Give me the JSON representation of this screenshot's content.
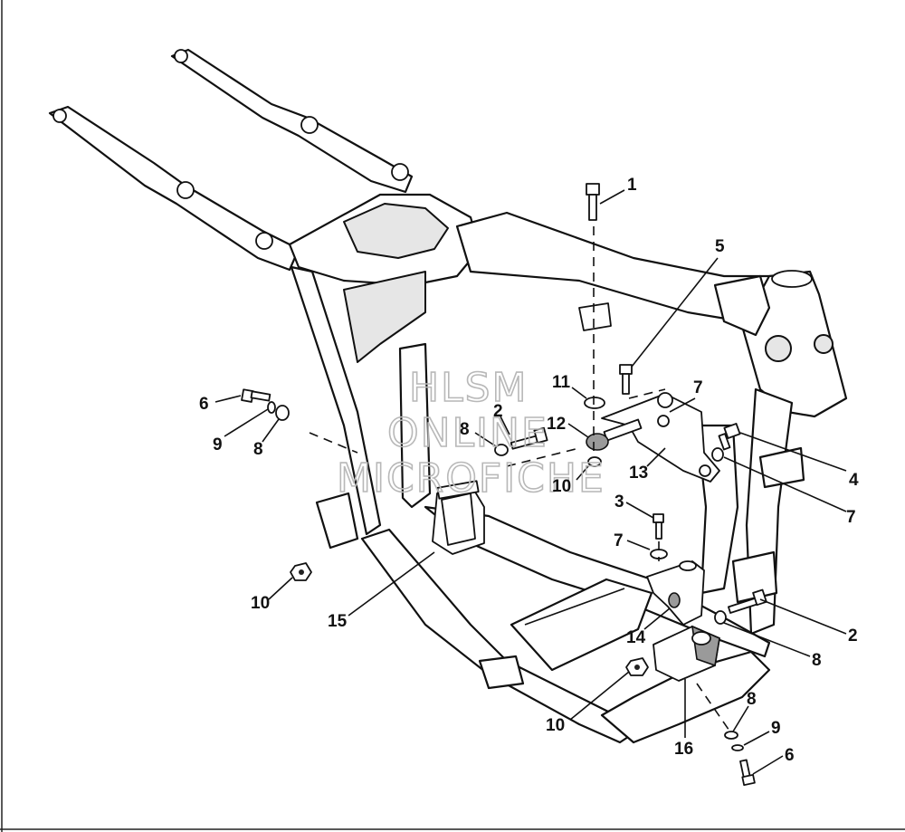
{
  "diagram": {
    "watermark": [
      "HLSM",
      "ONLINE",
      "MICROFICHE"
    ],
    "callouts": [
      {
        "label": "1"
      },
      {
        "label": "5"
      },
      {
        "label": "11"
      },
      {
        "label": "7"
      },
      {
        "label": "2"
      },
      {
        "label": "12"
      },
      {
        "label": "8"
      },
      {
        "label": "13"
      },
      {
        "label": "10"
      },
      {
        "label": "4"
      },
      {
        "label": "7"
      },
      {
        "label": "6"
      },
      {
        "label": "9"
      },
      {
        "label": "8"
      },
      {
        "label": "3"
      },
      {
        "label": "7"
      },
      {
        "label": "10"
      },
      {
        "label": "15"
      },
      {
        "label": "2"
      },
      {
        "label": "14"
      },
      {
        "label": "8"
      },
      {
        "label": "10"
      },
      {
        "label": "16"
      },
      {
        "label": "8"
      },
      {
        "label": "9"
      },
      {
        "label": "6"
      }
    ]
  }
}
